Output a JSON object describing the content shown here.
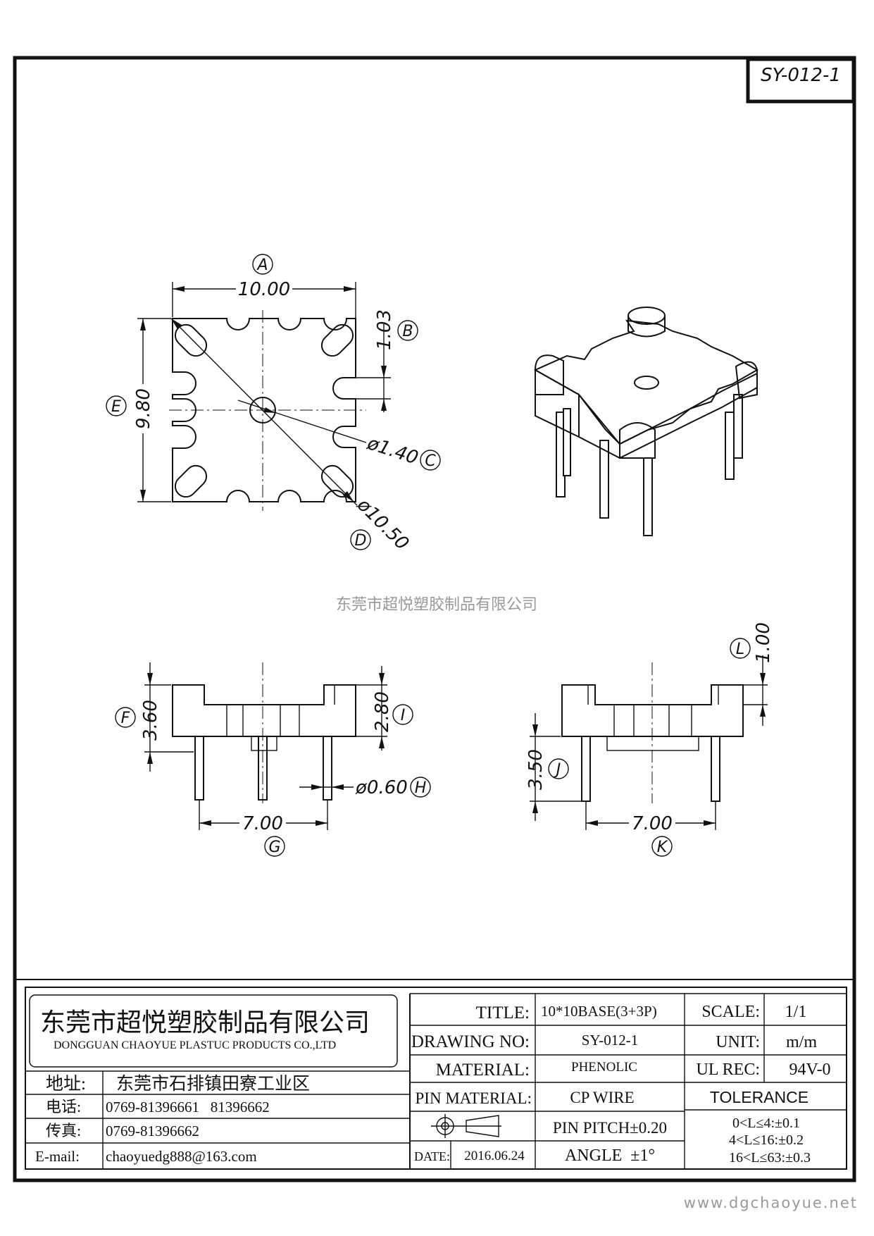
{
  "drawing_code": "SY-012-1",
  "watermark": "东莞市超悦塑胶制品有限公司",
  "footer_url": "www.dgchaoyue.net",
  "dimensions": [
    {
      "tag": "A",
      "value": "10.00"
    },
    {
      "tag": "B",
      "value": "1.03"
    },
    {
      "tag": "C",
      "value": "ø1.40"
    },
    {
      "tag": "D",
      "value": "ø10.50"
    },
    {
      "tag": "E",
      "value": "9.80"
    },
    {
      "tag": "F",
      "value": "3.60"
    },
    {
      "tag": "G",
      "value": "7.00"
    },
    {
      "tag": "H",
      "value": "ø0.60"
    },
    {
      "tag": "I",
      "value": "2.80"
    },
    {
      "tag": "J",
      "value": "3.50"
    },
    {
      "tag": "K",
      "value": "7.00"
    },
    {
      "tag": "L",
      "value": "1.00"
    }
  ],
  "company": {
    "name_cn": "东莞市超悦塑胶制品有限公司",
    "name_en": "DONGGUAN CHAOYUE PLASTUC PRODUCTS CO.,LTD",
    "address_label": "地址:",
    "address": "东莞市石排镇田寮工业区",
    "phone_label": "电话:",
    "phone": "0769-81396661   81396662",
    "fax_label": "传真:",
    "fax": "0769-81396662",
    "email_label": "E-mail:",
    "email": "chaoyuedg888@163.com"
  },
  "title_block": {
    "title_label": "TITLE:",
    "title": "10*10BASE(3+3P)",
    "drawing_no_label": "DRAWING NO:",
    "drawing_no": "SY-012-1",
    "material_label": "MATERIAL:",
    "material": "PHENOLIC",
    "pin_material_label": "PIN MATERIAL:",
    "pin_material": "CP WIRE",
    "pin_pitch": "PIN PITCH±0.20",
    "angle": "ANGLE  ±1°",
    "date_label": "DATE:",
    "date": "2016.06.24",
    "scale_label": "SCALE:",
    "scale": "1/1",
    "unit_label": "UNIT:",
    "unit": "m/m",
    "ul_label": "UL REC:",
    "ul": "94V-0",
    "tolerance_label": "TOLERANCE",
    "tolerances": [
      "0<L≤4:±0.1",
      "4<L≤16:±0.2",
      "16<L≤63:±0.3"
    ]
  }
}
